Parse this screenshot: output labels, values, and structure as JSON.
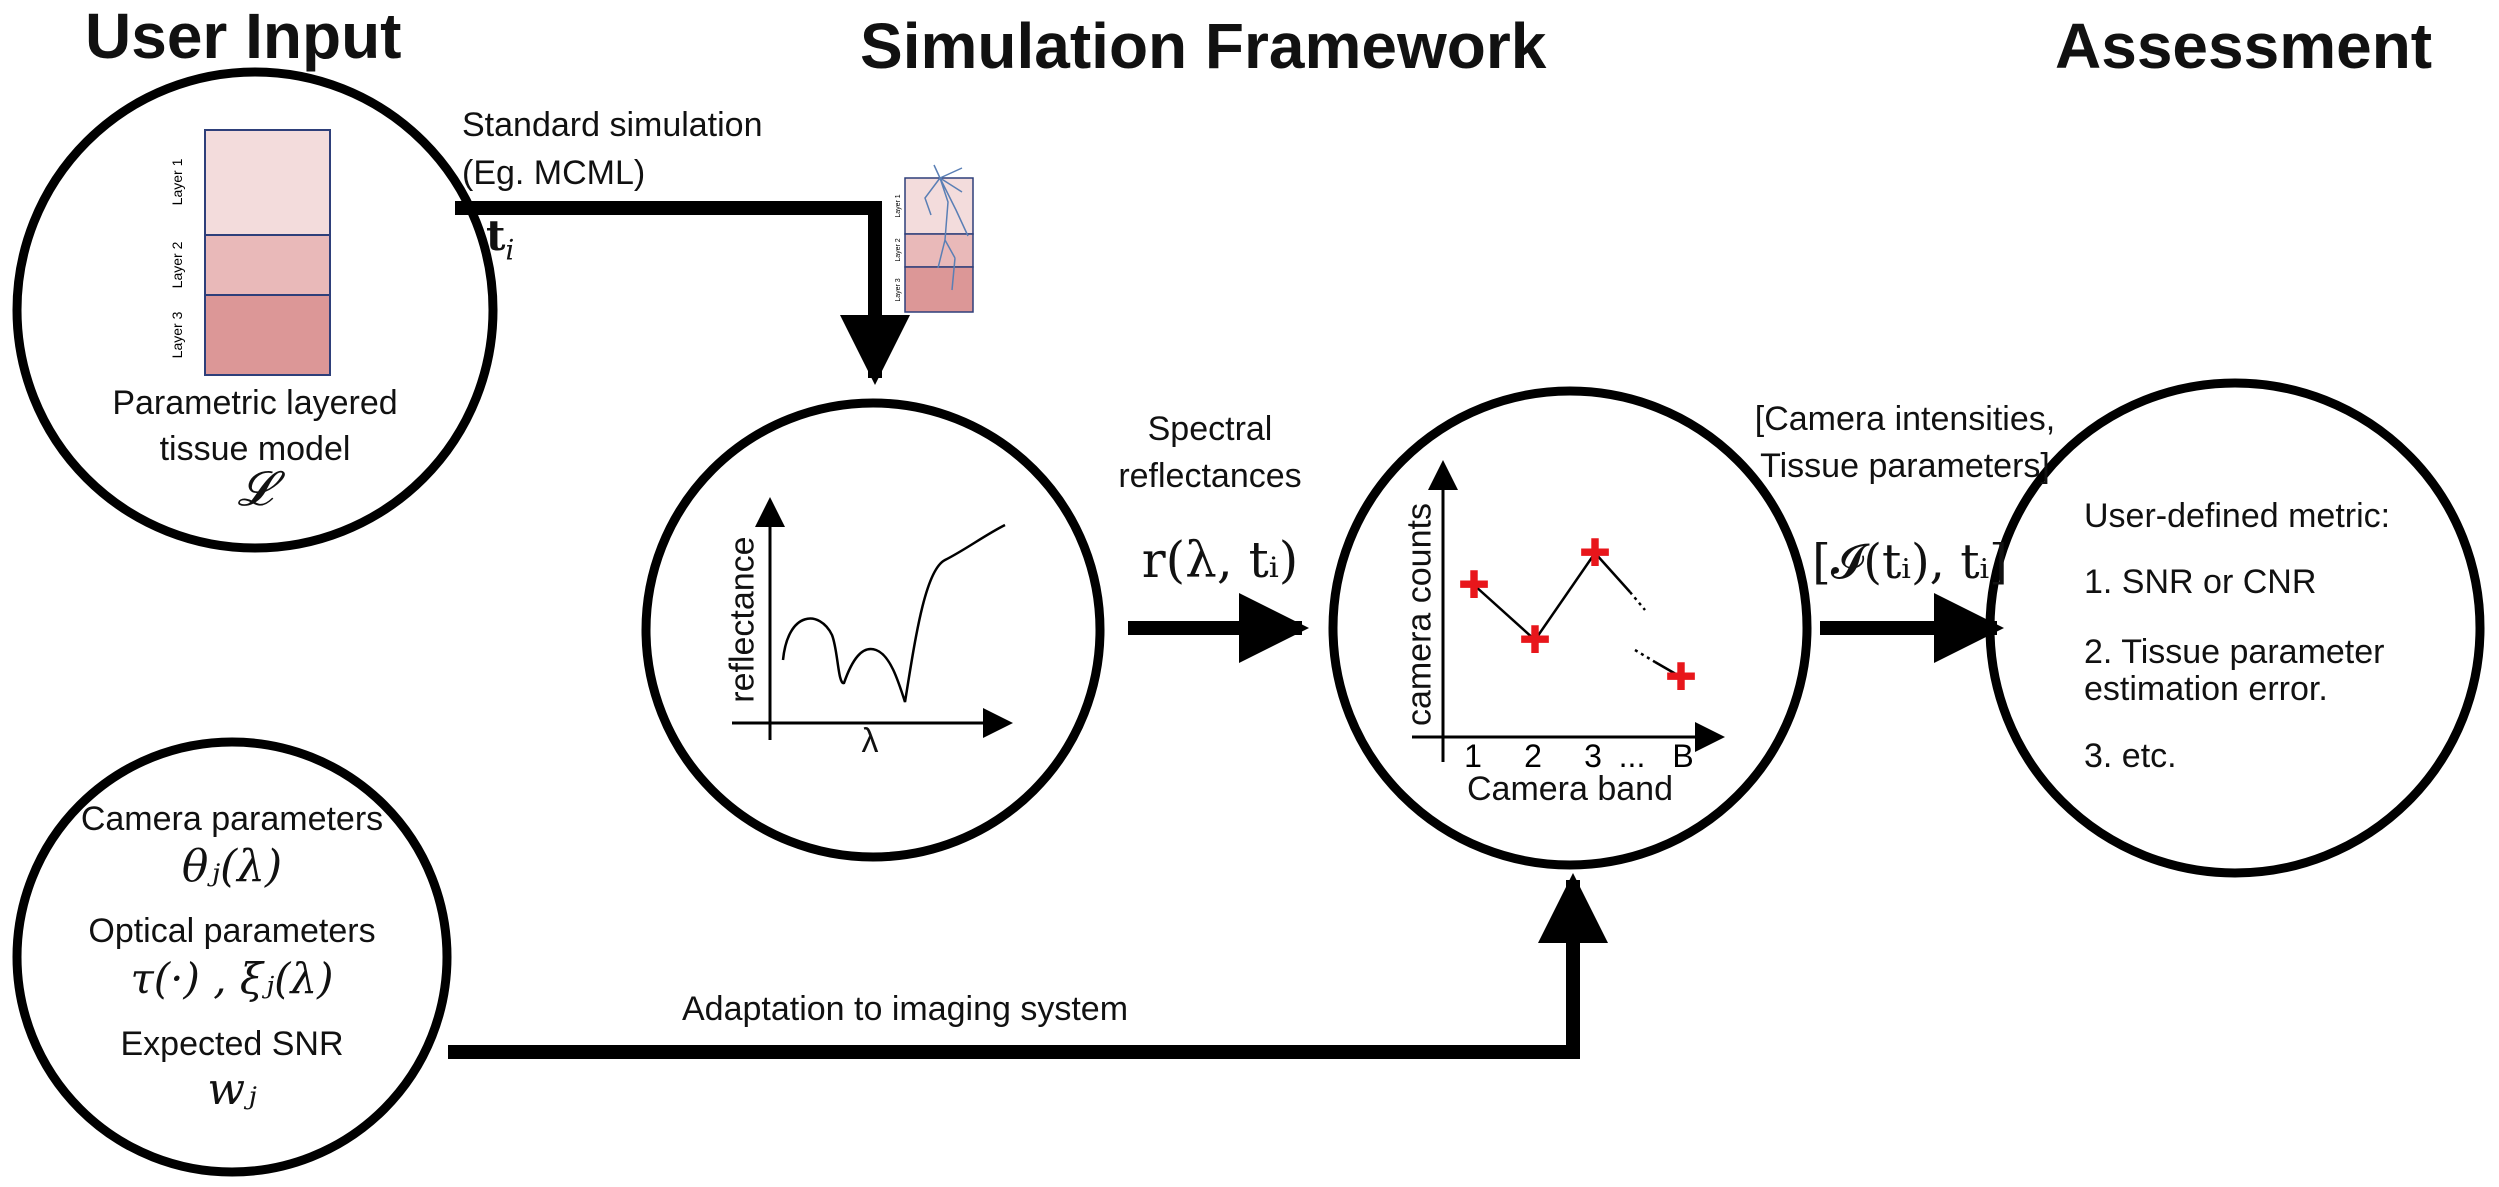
{
  "headers": {
    "user_input": "User Input",
    "simulation_framework": "Simulation Framework",
    "assessment": "Assessment"
  },
  "tissue_model": {
    "layers": [
      "Layer 1",
      "Layer 2",
      "Layer 3"
    ],
    "label_line1": "Parametric layered",
    "label_line2": "tissue model",
    "symbol": "𝓛",
    "layer_colors": [
      "#f3dcdc",
      "#e9b9b9",
      "#dc9797"
    ]
  },
  "simulation_arrow": {
    "label_line1": "Standard simulation",
    "label_line2": "(Eg. MCML)",
    "param": "t",
    "param_sub": "i"
  },
  "reflectance_plot": {
    "ylabel": "reflectance",
    "xlabel": "λ"
  },
  "spectral_arrow": {
    "label_line1": "Spectral",
    "label_line2": "reflectances",
    "formula": "r(λ, tᵢ)"
  },
  "camera_plot": {
    "ylabel": "camera counts",
    "xlabel": "Camera band",
    "ticks": [
      "1",
      "2",
      "3",
      "...",
      "B"
    ],
    "point_color": "#e8161b"
  },
  "camera_arrow": {
    "label_line1": "[Camera intensities,",
    "label_line2": "Tissue parameters]",
    "formula": "[𝓘(tᵢ), tᵢ]"
  },
  "assessment_circle": {
    "title": "User-defined metric:",
    "items": [
      "1. SNR or CNR",
      "2. Tissue parameter",
      "estimation error.",
      "3. etc."
    ]
  },
  "camera_params": {
    "camera_label": "Camera parameters",
    "camera_symbol": "θⱼ(λ)",
    "optical_label": "Optical parameters",
    "optical_symbol": "τ(·) , ξⱼ(λ)",
    "snr_label": "Expected SNR",
    "snr_symbol": "wⱼ"
  },
  "adaptation_arrow": {
    "label": "Adaptation to imaging system"
  }
}
